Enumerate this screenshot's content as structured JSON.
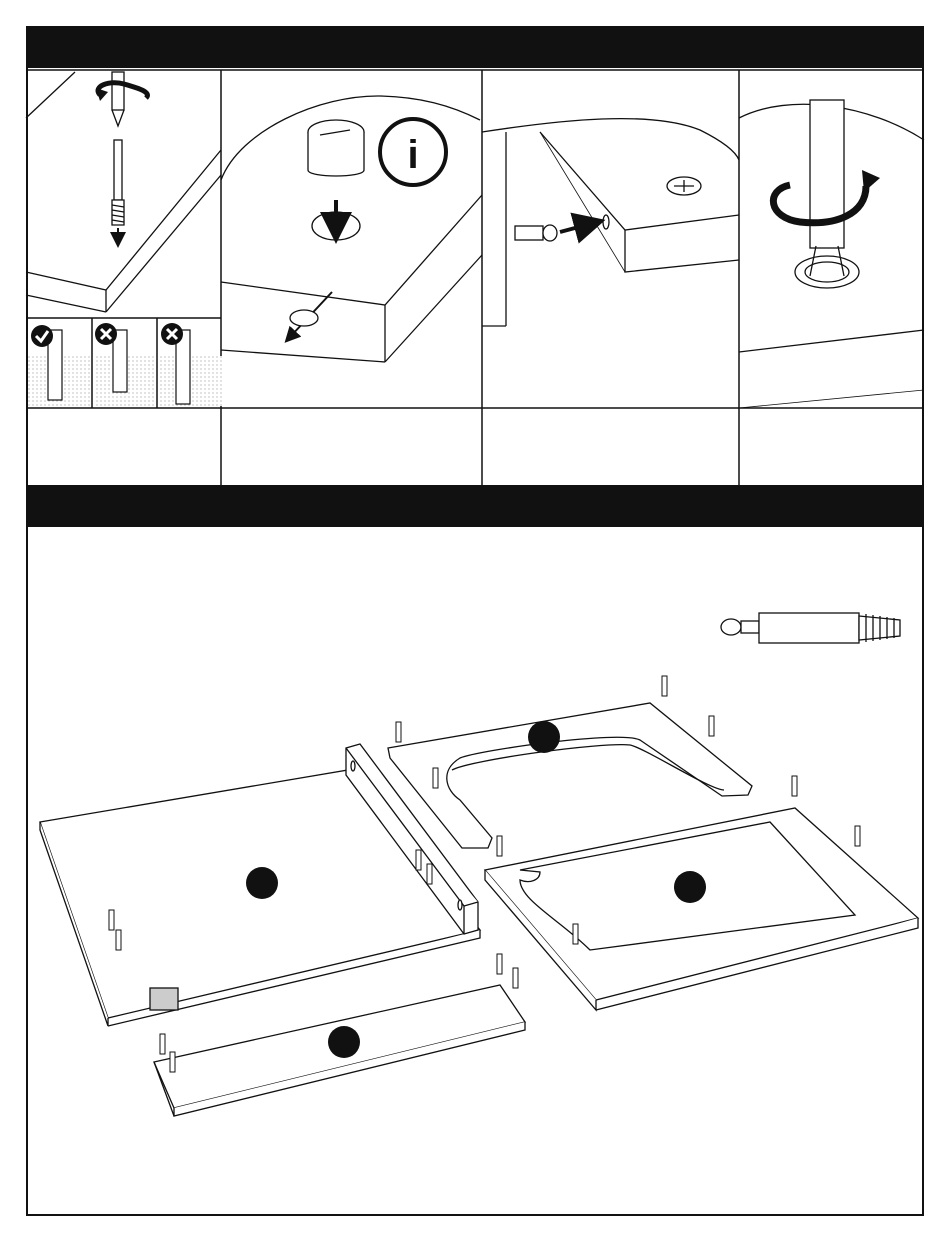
{
  "step_bars": [
    {
      "step_number": ""
    },
    {
      "step_number": ""
    }
  ],
  "step_captions": [
    "",
    "",
    "",
    ""
  ],
  "panel_labels": [
    "check-mark",
    "cross-mark",
    "cross-mark"
  ],
  "part_callouts": [
    "",
    "",
    "",
    ""
  ],
  "icons": {
    "info": "i"
  },
  "colors": {
    "ink": "#111111",
    "paper": "#ffffff",
    "shade": "#d9d9d9"
  }
}
